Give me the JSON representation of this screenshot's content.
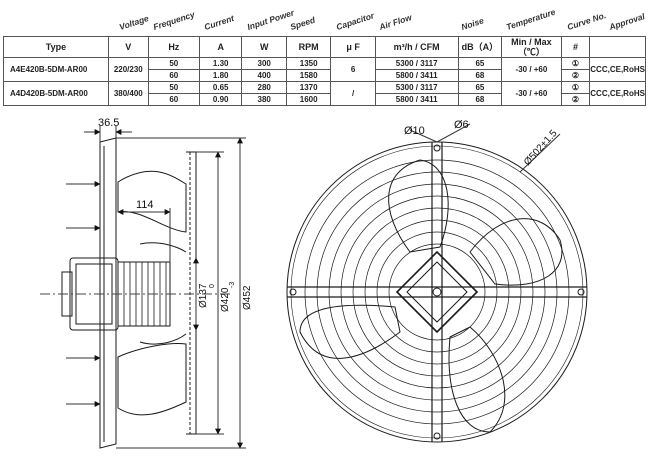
{
  "columns": {
    "voltage": "Voltage",
    "frequency": "Frequency",
    "current": "Current",
    "input_power": "Input Power",
    "speed": "Speed",
    "capacitor": "Capacitor",
    "air_flow": "Air Flow",
    "noise": "Noise",
    "temperature": "Temperature",
    "curve_no": "Curve No.",
    "approval": "Approval"
  },
  "units": {
    "type": "Type",
    "voltage": "V",
    "frequency": "Hz",
    "current": "A",
    "input_power": "W",
    "speed": "RPM",
    "capacitor": "μ F",
    "air_flow": "m³/h  /  CFM",
    "noise": "dB（A）",
    "temperature": "Min / Max（℃）",
    "curve_no": "#"
  },
  "models": [
    {
      "type": "A4E420B-5DM-AR00",
      "voltage": "220/230",
      "capacitor": "6",
      "temperature": "-30 / +60",
      "approval": "CCC,CE,RoHS",
      "rows": [
        {
          "hz": "50",
          "current": "1.30",
          "power": "300",
          "rpm": "1350",
          "airflow": "5300  /  3117",
          "noise": "65",
          "curve": "①"
        },
        {
          "hz": "60",
          "current": "1.80",
          "power": "400",
          "rpm": "1580",
          "airflow": "5800  /  3411",
          "noise": "68",
          "curve": "②"
        }
      ]
    },
    {
      "type": "A4D420B-5DM-AR00",
      "voltage": "380/400",
      "capacitor": "/",
      "temperature": "-30 / +60",
      "approval": "CCC,CE,RoHS",
      "rows": [
        {
          "hz": "50",
          "current": "0.65",
          "power": "280",
          "rpm": "1370",
          "airflow": "5300  /  3117",
          "noise": "65",
          "curve": "①"
        },
        {
          "hz": "60",
          "current": "0.90",
          "power": "380",
          "rpm": "1600",
          "airflow": "5800  /  3411",
          "noise": "68",
          "curve": "②"
        }
      ]
    }
  ],
  "dimensions": {
    "d365": "36.5",
    "d114": "114",
    "d137": "Ø137",
    "d420": "Ø420",
    "d420_tol_up": "0",
    "d420_tol_dn": "-3",
    "d452": "Ø452",
    "d10": "Ø10",
    "d6": "Ø6",
    "d502": "Ø502±1.5"
  },
  "colors": {
    "line": "#1a1a1a",
    "dim_line": "#333333",
    "table_border": "#555555"
  }
}
